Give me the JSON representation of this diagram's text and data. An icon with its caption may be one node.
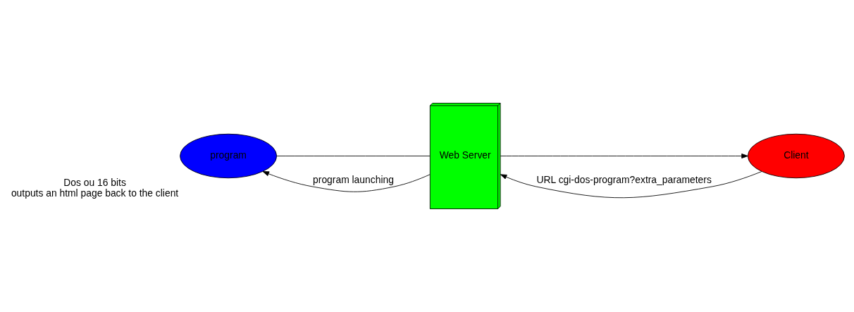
{
  "diagram": {
    "nodes": [
      {
        "text": [
          "program"
        ],
        "beside": [
          "Dos ou 16 bits",
          "outputs an html page back to the client"
        ]
      },
      {
        "text": [
          "Web Server"
        ]
      },
      {
        "text": [
          "Client"
        ]
      }
    ],
    "edges": [
      {
        "from": 1,
        "to": 0,
        "arrow": "to",
        "label": "program launching"
      },
      {
        "from": 2,
        "to": 1,
        "arrow": "to",
        "label": "URL cgi-dos-program?extra_parameters"
      },
      {
        "from": 0,
        "to": 1,
        "arrow": "none"
      },
      {
        "from": 1,
        "to": 2,
        "arrow": "to"
      }
    ]
  }
}
